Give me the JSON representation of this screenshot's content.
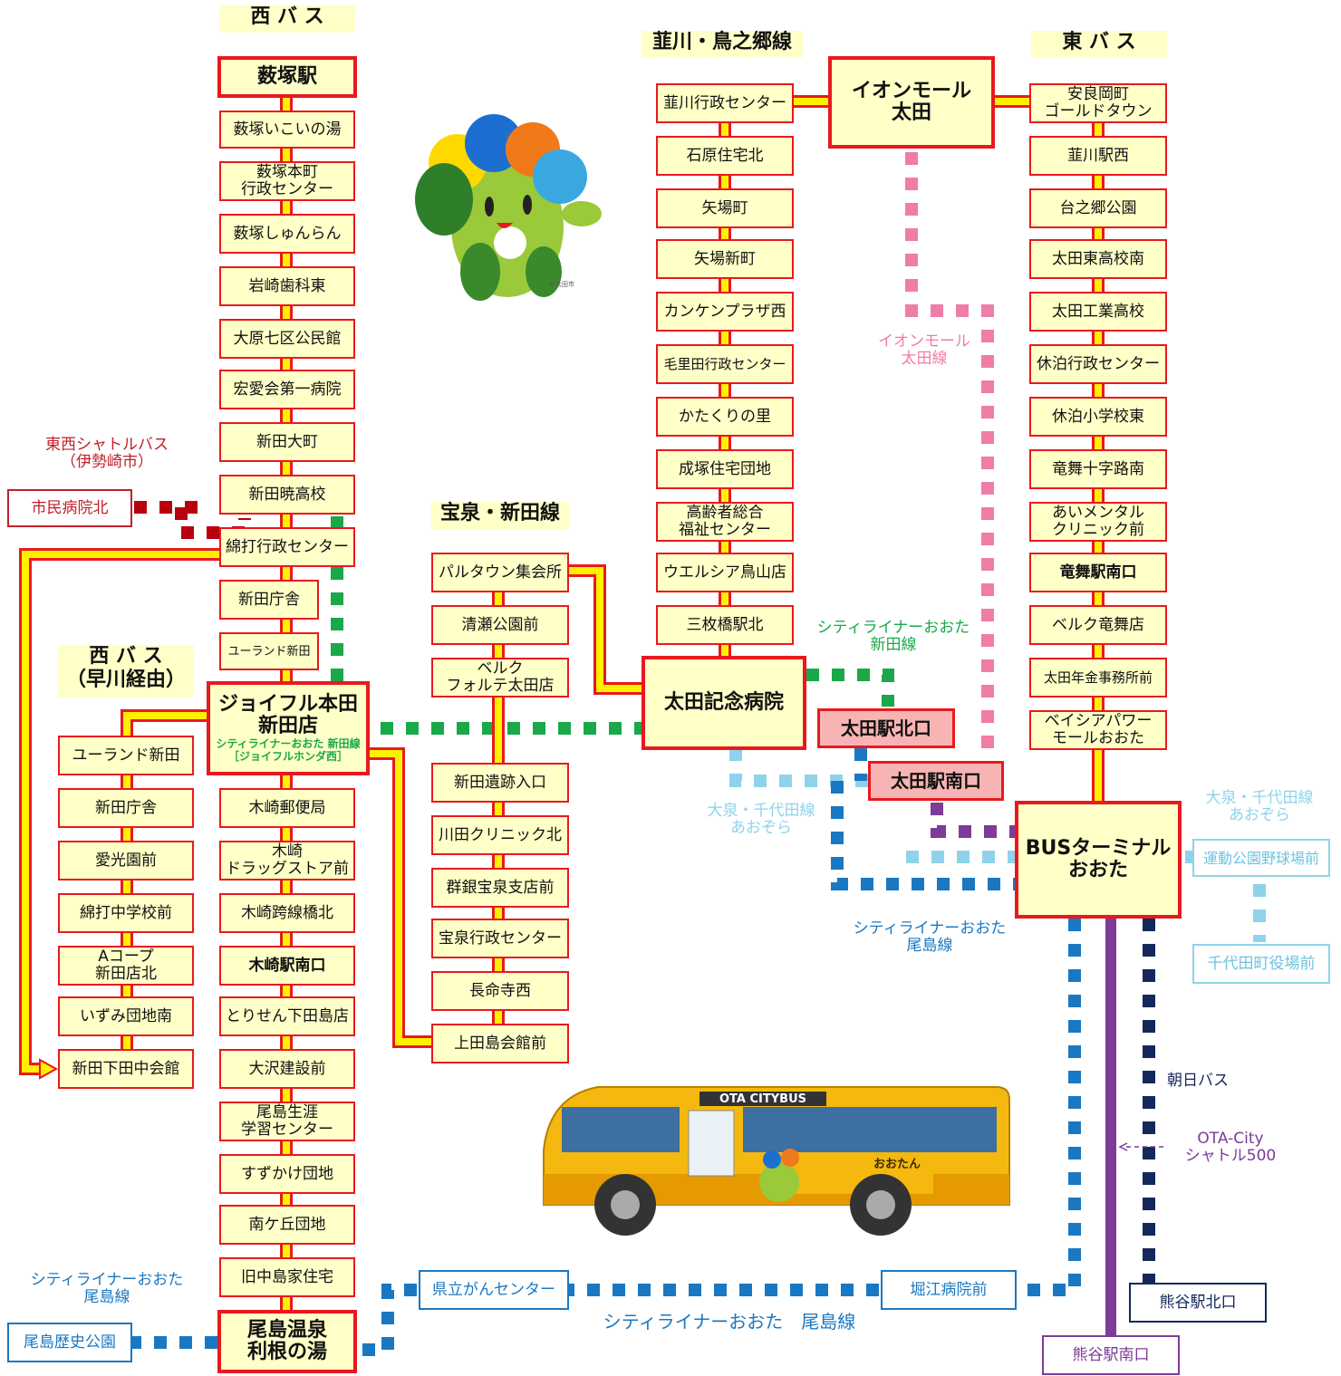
{
  "headers": {
    "nishi": "西 バ ス",
    "nishi_hayakawa": "西 バ ス\n（早川経由）",
    "nirakawa": "韮川・鳥之郷線",
    "higashi": "東 バ ス",
    "hosen": "宝泉・新田線"
  },
  "west_line": [
    "薮塚駅",
    "薮塚いこいの湯",
    "薮塚本町\n行政センター",
    "薮塚しゅんらん",
    "岩崎歯科東",
    "大原七区公民館",
    "宏愛会第一病院",
    "新田大町",
    "新田暁高校",
    "綿打行政センター",
    "新田庁舎",
    "ユーランド新田"
  ],
  "joyful": {
    "name": "ジョイフル本田\n新田店",
    "sub": "シティライナーおおた 新田線\n［ジョイフルホンダ西］"
  },
  "west_line_south": [
    "木崎郵便局",
    "木崎\nドラッグストア前",
    "木崎跨線橋北",
    "木崎駅南口",
    "とりせん下田島店",
    "大沢建設前",
    "尾島生涯\n学習センター",
    "すずかけ団地",
    "南ケ丘団地",
    "旧中島家住宅"
  ],
  "ojima_onsen": "尾島温泉\n利根の湯",
  "hayakawa_line": [
    "ユーランド新田",
    "新田庁舎",
    "愛光園前",
    "綿打中学校前",
    "Aコープ\n新田店北",
    "いずみ団地南",
    "新田下田中会館"
  ],
  "nirakawa_line": [
    "韮川行政センター",
    "石原住宅北",
    "矢場町",
    "矢場新町",
    "カンケンプラザ西",
    "毛里田行政センター",
    "かたくりの里",
    "成塚住宅団地",
    "高齢者総合\n福祉センター",
    "ウエルシア鳥山店",
    "三枚橋駅北"
  ],
  "aeon": "イオンモール\n太田",
  "ota_kinen": "太田記念病院",
  "higashi_line": [
    "安良岡町\nゴールドタウン",
    "韮川駅西",
    "台之郷公園",
    "太田東高校南",
    "太田工業高校",
    "休泊行政センター",
    "休泊小学校東",
    "竜舞十字路南",
    "あいメンタル\nクリニック前",
    "竜舞駅南口",
    "ベルク竜舞店",
    "太田年金事務所前",
    "ベイシアパワー\nモールおおた"
  ],
  "bus_terminal": "BUSターミナル\nおおた",
  "hosen_line": [
    "パルタウン集会所",
    "清瀬公園前",
    "ベルク\nフォルテ太田店",
    "新田遺跡入口",
    "川田クリニック北",
    "群銀宝泉支店前",
    "宝泉行政センター",
    "長命寺西",
    "上田島会館前"
  ],
  "ota_north": "太田駅北口",
  "ota_south": "太田駅南口",
  "shimin_byoin": "市民病院北",
  "tozai_label": "東西シャトルバス\n（伊勢崎市）",
  "aeon_line_label": "イオンモール\n太田線",
  "city_liner_nitta": "シティライナーおおた\n新田線",
  "oizumi_label_left": "大泉・千代田線\nあおぞら",
  "oizumi_label_right": "大泉・千代田線\nあおぞら",
  "undo_koen": "運動公園野球場前",
  "chiyoda": "千代田町役場前",
  "city_liner_ojima_right": "シティライナーおおた\n尾島線",
  "city_liner_ojima_left": "シティライナーおおた\n尾島線",
  "city_liner_ojima_bottom": "シティライナーおおた　尾島線",
  "asahi_bus": "朝日バス",
  "shuttle500": "OTA-City\nシャトル500",
  "kenritsu": "県立がんセンター",
  "horie": "堀江病院前",
  "ojima_rekishi": "尾島歴史公園",
  "kumagaya_north": "熊谷駅北口",
  "kumagaya_south": "熊谷駅南口",
  "bus_logo": "OTA CITYBUS",
  "bus_mascot_text": "おおたん",
  "mascot_credit": "©太田市",
  "colors": {
    "route_yellow": "#fff000",
    "route_red": "#e8191e",
    "green": "#1aa84a",
    "pink": "#f07ca8",
    "sky": "#8fd3ea",
    "blue": "#1a78c2",
    "navy": "#14285c",
    "purple": "#7c3c98",
    "darkred": "#b8000e"
  }
}
